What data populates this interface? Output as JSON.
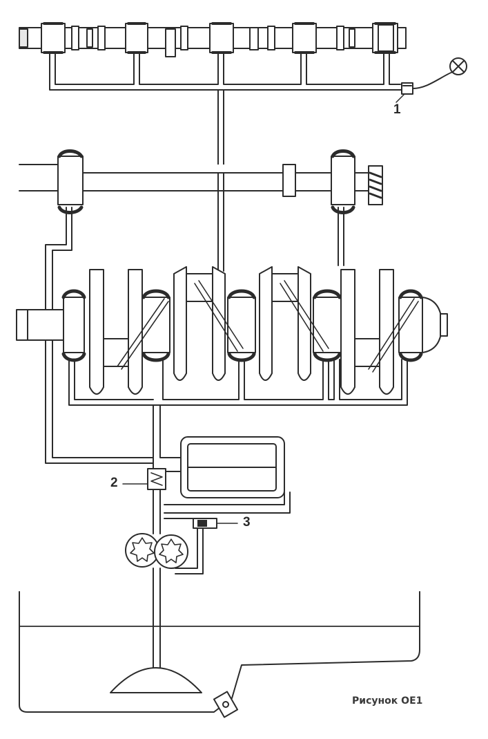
{
  "labels": {
    "callout_1": "1",
    "callout_2": "2",
    "callout_3": "3",
    "caption": "Рисунок OE1"
  },
  "colors": {
    "ink": "#2b2b2b",
    "paper": "#ffffff"
  }
}
